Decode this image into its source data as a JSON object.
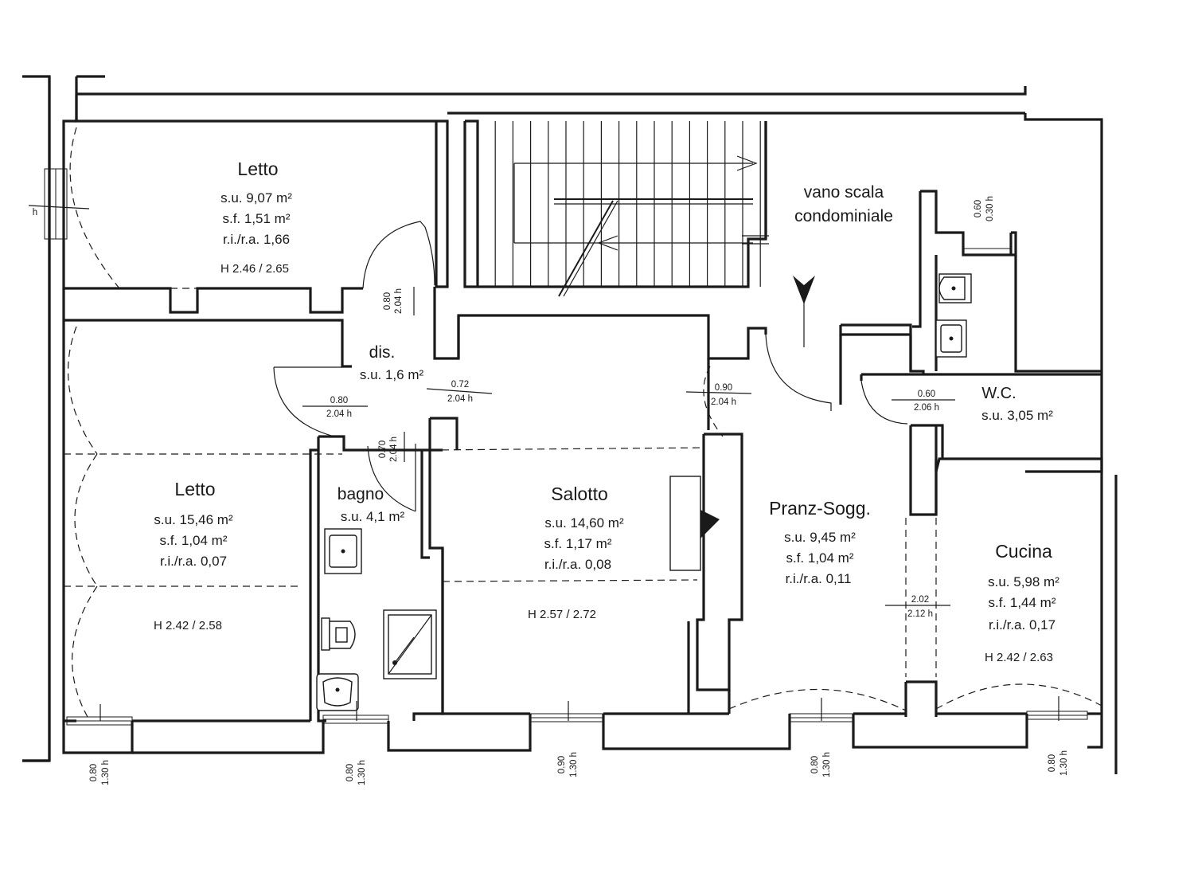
{
  "rooms": {
    "letto_top": {
      "name": "Letto",
      "su": "s.u. 9,07 m²",
      "sf": "s.f. 1,51 m²",
      "ri": "r.i./r.a. 1,66",
      "h": "H 2.46 / 2.65"
    },
    "letto_left": {
      "name": "Letto",
      "su": "s.u. 15,46 m²",
      "sf": "s.f. 1,04 m²",
      "ri": "r.i./r.a. 0,07",
      "h": "H 2.42 / 2.58"
    },
    "dis": {
      "name": "dis.",
      "su": "s.u. 1,6 m²"
    },
    "bagno": {
      "name": "bagno",
      "su": "s.u. 4,1 m²"
    },
    "salotto": {
      "name": "Salotto",
      "su": "s.u. 14,60 m²",
      "sf": "s.f. 1,17 m²",
      "ri": "r.i./r.a. 0,08",
      "h": "H 2.57 / 2.72"
    },
    "pranzo": {
      "name": "Pranz-Sogg.",
      "su": "s.u. 9,45 m²",
      "sf": "s.f. 1,04 m²",
      "ri": "r.i./r.a. 0,11"
    },
    "cucina": {
      "name": "Cucina",
      "su": "s.u. 5,98 m²",
      "sf": "s.f. 1,44 m²",
      "ri": "r.i./r.a. 0,17",
      "h": "H 2.42 / 2.63"
    },
    "wc": {
      "name": "W.C.",
      "su": "s.u. 3,05 m²"
    },
    "scala": {
      "line1": "vano scala",
      "line2": "condominiale"
    }
  },
  "doors": {
    "d_dis_top": {
      "w": "0.80",
      "h": "2.04 h"
    },
    "d_letto_left": {
      "w": "0.80",
      "h": "2.04 h"
    },
    "d_salotto": {
      "w": "0.72",
      "h": "2.04 h"
    },
    "d_bagno": {
      "w": "0.70",
      "h": "2.04 h"
    },
    "d_pranzo": {
      "w": "0.90",
      "h": "2.04 h"
    },
    "d_wc": {
      "w": "0.60",
      "h": "2.06 h"
    },
    "d_cucina": {
      "w": "2.02",
      "h": "2.12 h"
    }
  },
  "windows": {
    "w_wc": {
      "w": "0.60",
      "h": "0.30 h"
    },
    "w_letto": {
      "w": "0.80",
      "h": "1.30 h"
    },
    "w_bagno": {
      "w": "0.80",
      "h": "1.30 h"
    },
    "w_salotto": {
      "w": "0.90",
      "h": "1.30 h"
    },
    "w_pranzo": {
      "w": "0.80",
      "h": "1.30 h"
    },
    "w_cucina": {
      "w": "0.80",
      "h": "1.30 h"
    },
    "w_side": {
      "h": "h"
    }
  }
}
